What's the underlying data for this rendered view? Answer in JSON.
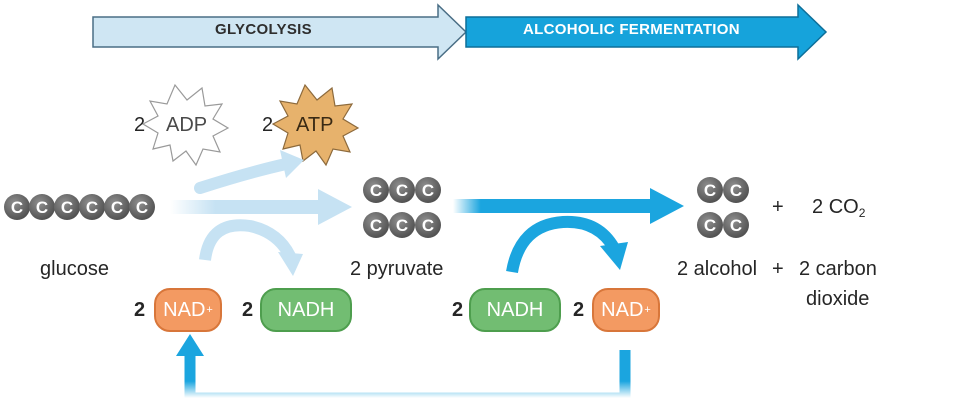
{
  "phases": {
    "glycolysis": "GLYCOLYSIS",
    "fermentation": "ALCOHOLIC FERMENTATION"
  },
  "adp": {
    "coef": "2",
    "label": "ADP"
  },
  "atp": {
    "coef": "2",
    "label": "ATP"
  },
  "carbon_label": "C",
  "glucose": {
    "label": "glucose",
    "carbons": 6
  },
  "pyruvate": {
    "label": "2 pyruvate",
    "carbons_per_row": 3,
    "rows": 2
  },
  "alcohol": {
    "label": "2 alcohol",
    "carbons_per_row": 2,
    "rows": 2
  },
  "co2": {
    "plus": "+",
    "coef": "2",
    "formula": "CO",
    "subscript": "2"
  },
  "co2_caption": {
    "plus": "+",
    "line1": "2 carbon",
    "line2": "dioxide"
  },
  "nad_in": {
    "coef": "2",
    "label": "NAD",
    "charge": "+"
  },
  "nadh_out": {
    "coef": "2",
    "label": "NADH"
  },
  "nadh_in": {
    "coef": "2",
    "label": "NADH"
  },
  "nad_out": {
    "coef": "2",
    "label": "NAD",
    "charge": "+"
  },
  "colors": {
    "glycolysis_fill": "#cfe6f3",
    "fermentation_fill": "#16a3db",
    "light_arrow": "#c6e2f3",
    "dark_arrow": "#1ba5df",
    "carbon": "#6e6e6e",
    "nad": "#f39a62",
    "nadh": "#72bd72",
    "atp_star": "#e7b26c"
  }
}
